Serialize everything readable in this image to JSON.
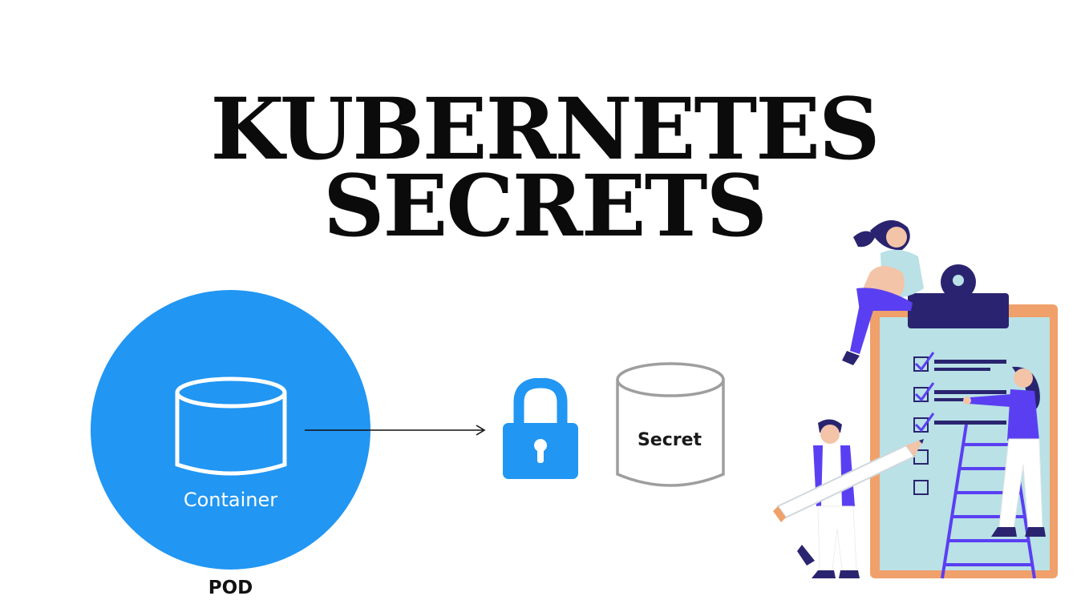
{
  "title": {
    "line1": "KUBERNETES",
    "line2": "SECRETS"
  },
  "pod": {
    "container_label": "Container",
    "pod_label": "POD",
    "color": "#2196F3"
  },
  "lock": {
    "icon": "lock-icon",
    "color": "#2196F3"
  },
  "secret": {
    "label": "Secret",
    "icon": "database-cylinder-icon",
    "outline_color": "#9e9e9e"
  },
  "illustration": {
    "icon": "team-checklist-illustration",
    "colors": {
      "board": "#b9e1e6",
      "frame": "#f0a06a",
      "ink": "#2a2470",
      "accent": "#5a3ff2"
    }
  }
}
